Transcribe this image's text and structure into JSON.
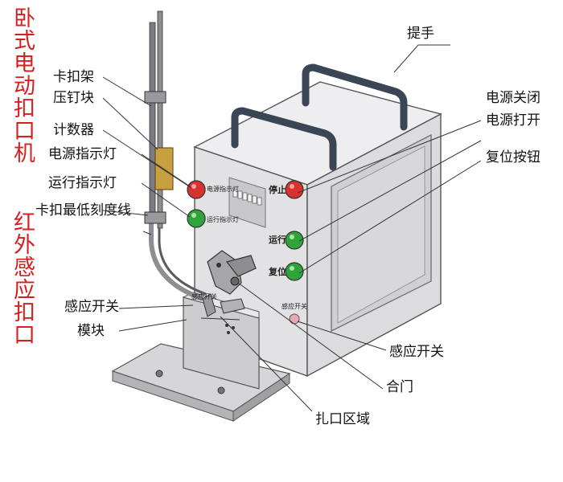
{
  "title_main": "卧式电动扣口机",
  "title_sub": "红外感应扣口",
  "labels": {
    "kakoujia": "卡扣架",
    "yadingkuai": "压钉块",
    "jishuqi": "计数器",
    "dianyuan_zhishideng": "电源指示灯",
    "yunxing_zhishideng": "运行指示灯",
    "kakou_zuidi": "卡扣最低刻度线",
    "ganying_kaiguan_left": "感应开关",
    "mokuai": "模块",
    "tishou": "提手",
    "dianyuan_guanbi": "电源关闭",
    "dianyuan_dakai": "电源打开",
    "fuwei_anniu": "复位按钮",
    "ganying_kaiguan_right": "感应开关",
    "hemen": "合门",
    "zakou_quyu": "扎口区域"
  },
  "panel": {
    "power_light": "电源指示灯",
    "run_light": "运行指示灯",
    "stop": "停止",
    "run": "运行",
    "reset": "复位",
    "sensor": "感应开关",
    "module": "感应开关"
  },
  "colors": {
    "title": "#d42020",
    "body": "#e4e4e6",
    "red_light": "#d8322e",
    "green_light": "#2fa43a",
    "counter": "#c8a040"
  }
}
